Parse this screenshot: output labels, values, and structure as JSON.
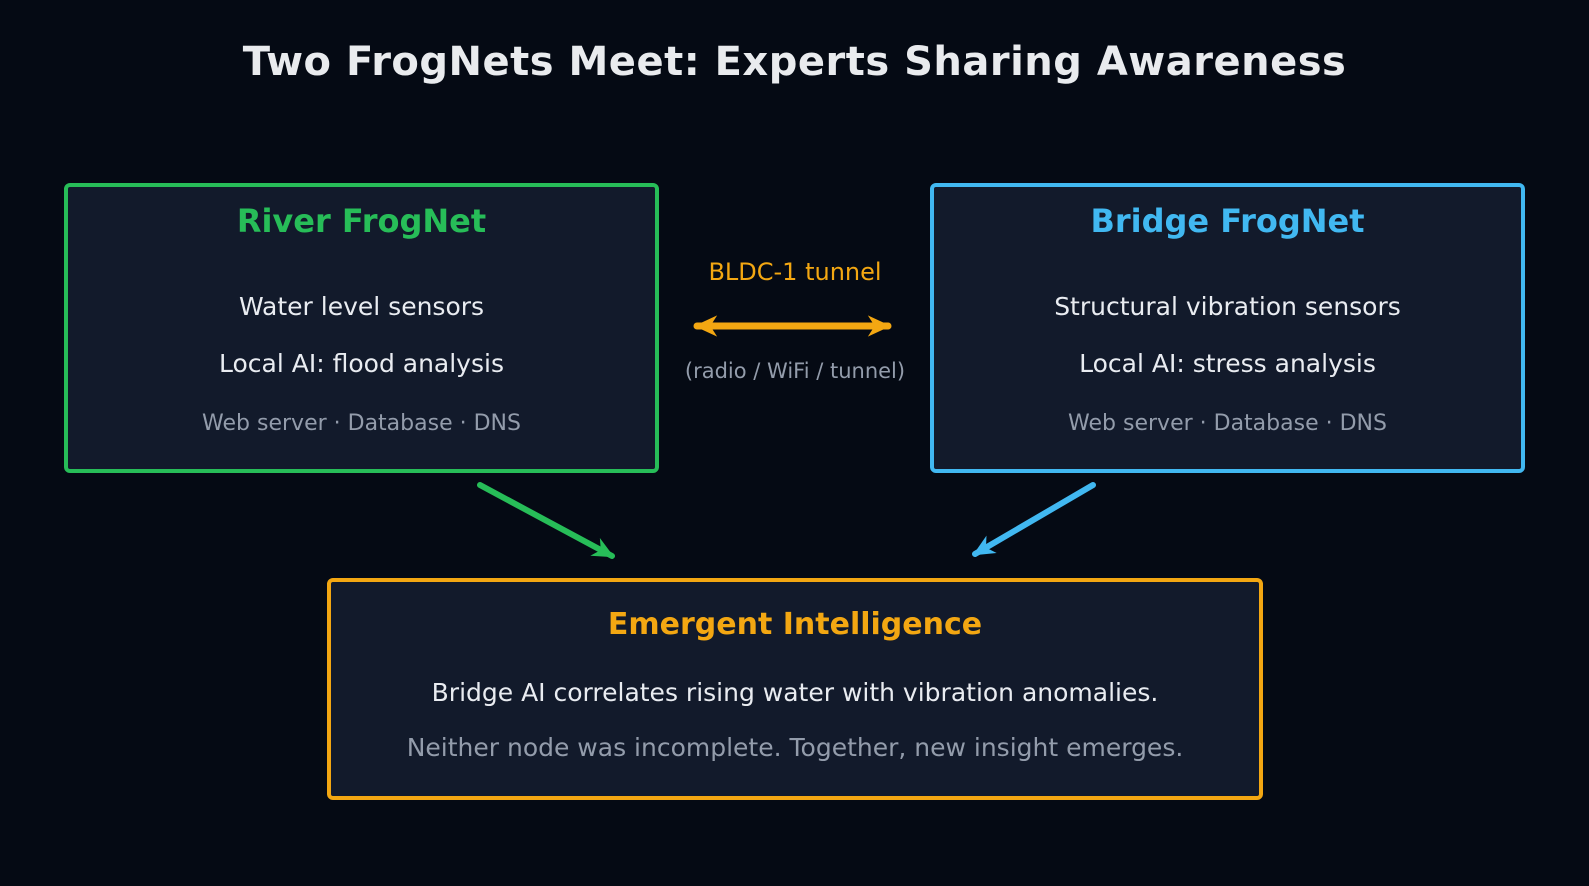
{
  "title": "Two FrogNets Meet: Experts Sharing Awareness",
  "colors": {
    "background": "#050a14",
    "node_fill": "#121a2b",
    "river_green": "#27bd58",
    "bridge_blue": "#41b8f1",
    "emergent_orange": "#f3a712",
    "text_primary": "#e9ecf1",
    "text_muted": "#939cab"
  },
  "nodes": {
    "river": {
      "title": "River FrogNet",
      "line1": "Water level sensors",
      "line2": "Local AI: flood analysis",
      "services": "Web server · Database · DNS"
    },
    "bridge": {
      "title": "Bridge FrogNet",
      "line1": "Structural vibration sensors",
      "line2": "Local AI: stress analysis",
      "services": "Web server · Database · DNS"
    },
    "emergent": {
      "title": "Emergent Intelligence",
      "line1": "Bridge AI correlates rising water with vibration anomalies.",
      "line2": "Neither node was incomplete. Together, new insight emerges."
    }
  },
  "link": {
    "label": "BLDC-1 tunnel",
    "sublabel": "(radio / WiFi / tunnel)"
  },
  "connections": [
    {
      "from": "River FrogNet",
      "to": "Bridge FrogNet",
      "style": "double-arrow",
      "color": "#f3a712",
      "label": "BLDC-1 tunnel",
      "sublabel": "(radio / WiFi / tunnel)"
    },
    {
      "from": "River FrogNet",
      "to": "Emergent Intelligence",
      "style": "arrow",
      "color": "#27bd58"
    },
    {
      "from": "Bridge FrogNet",
      "to": "Emergent Intelligence",
      "style": "arrow",
      "color": "#41b8f1"
    }
  ]
}
